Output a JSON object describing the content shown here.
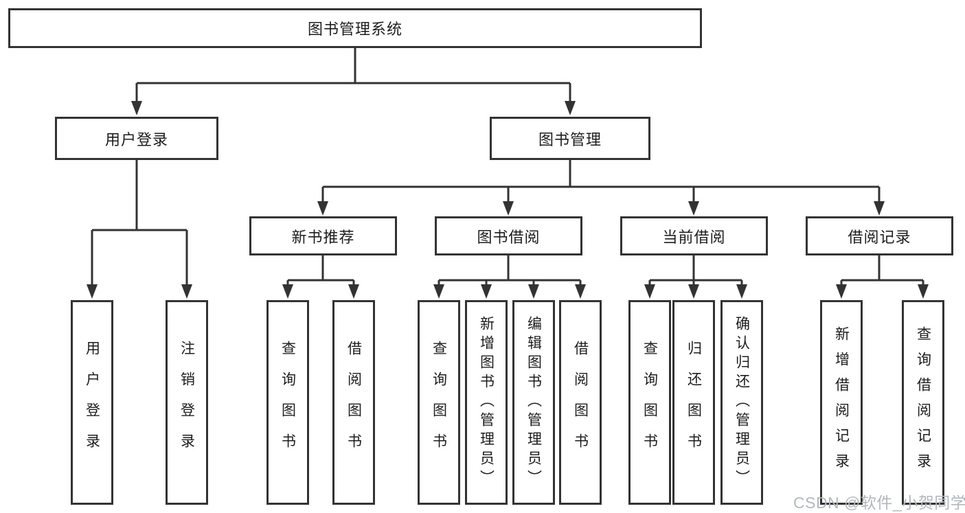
{
  "colors": {
    "line": "#333333",
    "text": "#1d1d1f",
    "watermark": "#b3b8bd",
    "background": "#ffffff"
  },
  "watermark": {
    "text": "CSDN @软件_小贺同学"
  },
  "tree": {
    "root": {
      "label": "图书管理系统",
      "children": [
        {
          "label": "用户登录",
          "children": [
            {
              "label": "用户登录"
            },
            {
              "label": "注销登录"
            }
          ]
        },
        {
          "label": "图书管理",
          "children": [
            {
              "label": "新书推荐",
              "children": [
                {
                  "label": "查询图书"
                },
                {
                  "label": "借阅图书"
                }
              ]
            },
            {
              "label": "图书借阅",
              "children": [
                {
                  "label": "查询图书"
                },
                {
                  "label": "新增图书（管理员）"
                },
                {
                  "label": "编辑图书（管理员）"
                },
                {
                  "label": "借阅图书"
                }
              ]
            },
            {
              "label": "当前借阅",
              "children": [
                {
                  "label": "查询图书"
                },
                {
                  "label": "归还图书"
                },
                {
                  "label": "确认归还（管理员）"
                }
              ]
            },
            {
              "label": "借阅记录",
              "children": [
                {
                  "label": "新增借阅记录"
                },
                {
                  "label": "查询借阅记录"
                }
              ]
            }
          ]
        }
      ]
    }
  }
}
